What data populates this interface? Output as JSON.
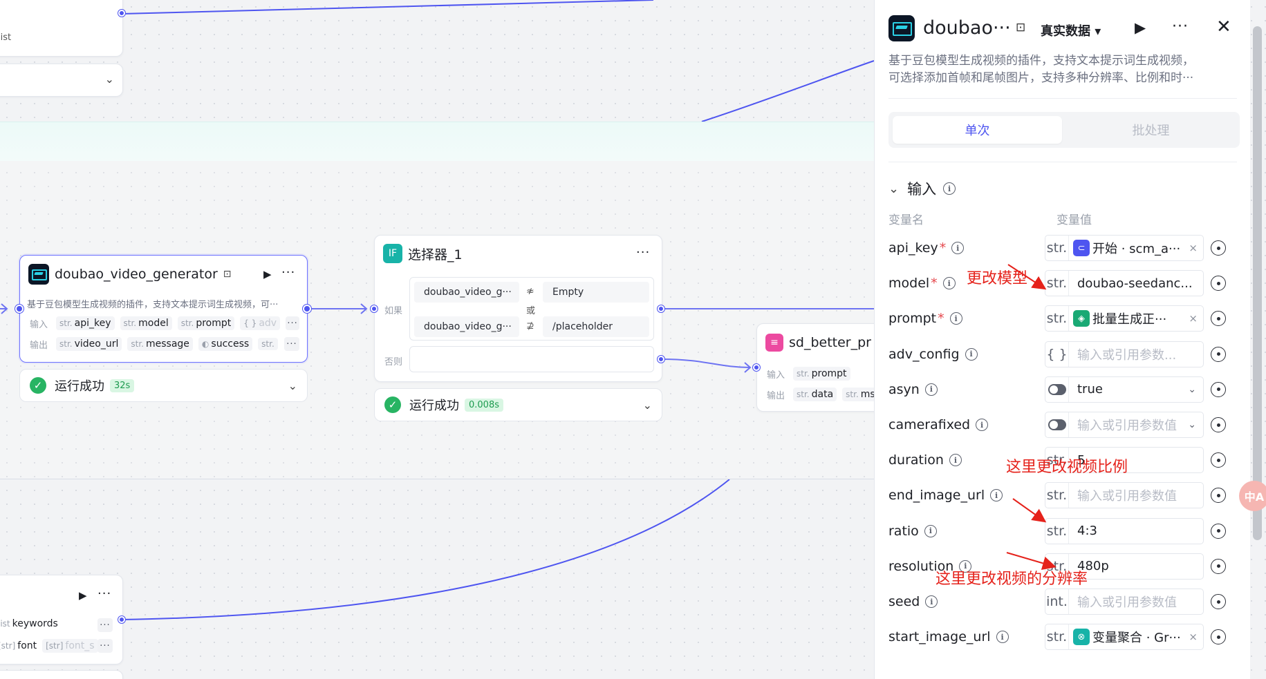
{
  "panel": {
    "title": "doubao···",
    "data_mode": "真实数据 ▾",
    "description_lines": [
      "基于豆包模型生成视频的插件，支持文本提示词生成视频，",
      "可选择添加首帧和尾帧图片，支持多种分辨率、比例和时···"
    ],
    "tabs": [
      "单次",
      "批处理"
    ],
    "section_title": "输入",
    "col_name": "变量名",
    "col_value": "变量值",
    "params": [
      {
        "name": "api_key",
        "required": true,
        "type": "str.",
        "kind": "chip",
        "chip_icon": "start-node-icon",
        "chip_color": "#4e55f0",
        "value": "开始 · scm_a···"
      },
      {
        "name": "model",
        "required": true,
        "type": "str.",
        "kind": "text",
        "value": "doubao-seedanc..."
      },
      {
        "name": "prompt",
        "required": true,
        "type": "str.",
        "kind": "chip",
        "chip_icon": "layers-icon",
        "chip_color": "#19a974",
        "value": "批量生成正···"
      },
      {
        "name": "adv_config",
        "required": false,
        "type": "{ }",
        "kind": "placeholder",
        "value": "输入或引用参数..."
      },
      {
        "name": "asyn",
        "required": false,
        "type": "toggle",
        "kind": "select",
        "value": "true"
      },
      {
        "name": "camerafixed",
        "required": false,
        "type": "toggle",
        "kind": "select-ph",
        "value": "输入或引用参数值"
      },
      {
        "name": "duration",
        "required": false,
        "type": "str.",
        "kind": "text",
        "value": "5"
      },
      {
        "name": "end_image_url",
        "required": false,
        "type": "str.",
        "kind": "placeholder",
        "value": "输入或引用参数值"
      },
      {
        "name": "ratio",
        "required": false,
        "type": "str.",
        "kind": "text",
        "value": "4:3"
      },
      {
        "name": "resolution",
        "required": false,
        "type": "str.",
        "kind": "text",
        "value": "480p"
      },
      {
        "name": "seed",
        "required": false,
        "type": "int.",
        "kind": "placeholder",
        "value": "输入或引用参数值"
      },
      {
        "name": "start_image_url",
        "required": false,
        "type": "str.",
        "kind": "chip",
        "chip_icon": "aggregate-icon",
        "chip_color": "#18b3a8",
        "value": "变量聚合 · Gr···"
      }
    ]
  },
  "annotations": {
    "model": "更改模型",
    "ratio": "这里更改视频比例",
    "resolution": "这里更改视频的分辨率"
  },
  "nodes": {
    "top_left": {
      "tag": "list"
    },
    "doubao": {
      "title": "doubao_video_generator",
      "description": "基于豆包模型生成视频的插件，支持文本提示词生成视频，可···",
      "input_label": "输入",
      "output_label": "输出",
      "inputs": [
        {
          "t": "str.",
          "n": "api_key"
        },
        {
          "t": "str.",
          "n": "model"
        },
        {
          "t": "str.",
          "n": "prompt"
        },
        {
          "t": "{ }",
          "n": "adv"
        }
      ],
      "outputs": [
        {
          "t": "str.",
          "n": "video_url"
        },
        {
          "t": "str.",
          "n": "message"
        },
        {
          "t": "◐",
          "n": "success"
        },
        {
          "t": "str.",
          "n": ""
        }
      ],
      "status": "运行成功",
      "time": "32s"
    },
    "selector": {
      "title": "选择器_1",
      "icon_text": "IF",
      "if_label": "如果",
      "else_label": "否则",
      "or_label": "或",
      "cond1_left": "doubao_video_g···",
      "cond1_op": "≉",
      "cond1_right": "Empty",
      "cond2_left": "doubao_video_g···",
      "cond2_op": "⊉",
      "cond2_right": "/placeholder",
      "status": "运行成功",
      "time": "0.008s"
    },
    "sd": {
      "title": "sd_better_pr",
      "input_label": "输入",
      "output_label": "输出",
      "input_tag": "prompt",
      "output_tag1": "data",
      "output_tag2": "msg",
      "type_str": "str."
    },
    "bottom_left": {
      "tag1": "keywords",
      "tag2": "font",
      "tag3": "font_s",
      "type_list": "list",
      "type_font": "[str]"
    }
  },
  "colors": {
    "accent": "#4e55f0",
    "success": "#28b463",
    "annotation": "#e5221b"
  }
}
